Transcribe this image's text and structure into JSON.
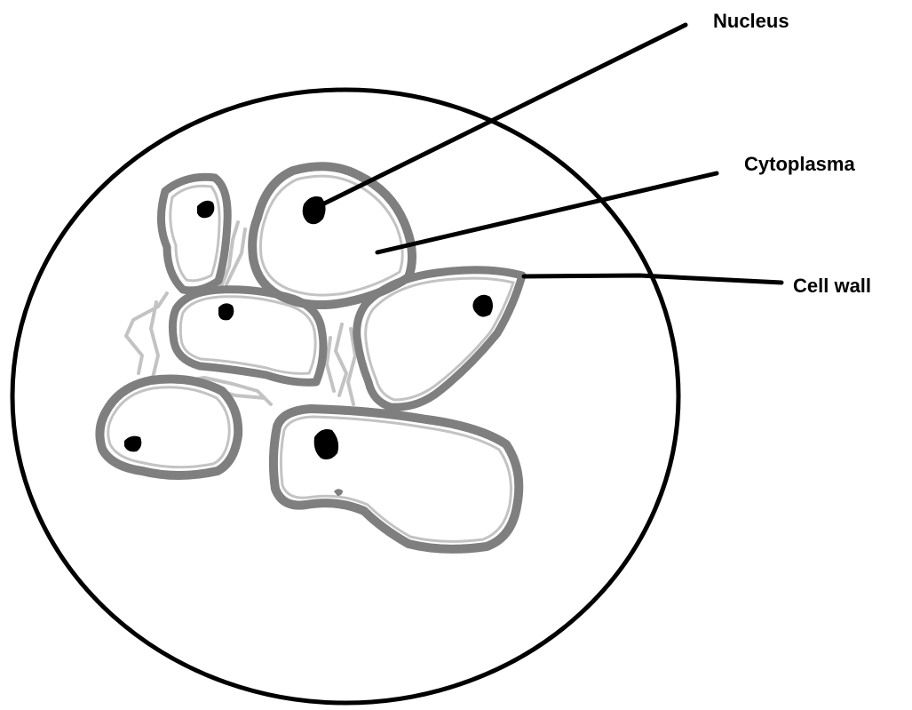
{
  "labels": {
    "nucleus": "Nucleus",
    "cytoplasma": "Cytoplasma",
    "cell_wall": "Cell wall"
  },
  "colors": {
    "background": "#ffffff",
    "outline": "#000000",
    "cell_wall_dark": "#7f7f7f",
    "cell_wall_light": "#c3c3c3",
    "nucleus": "#000000"
  }
}
